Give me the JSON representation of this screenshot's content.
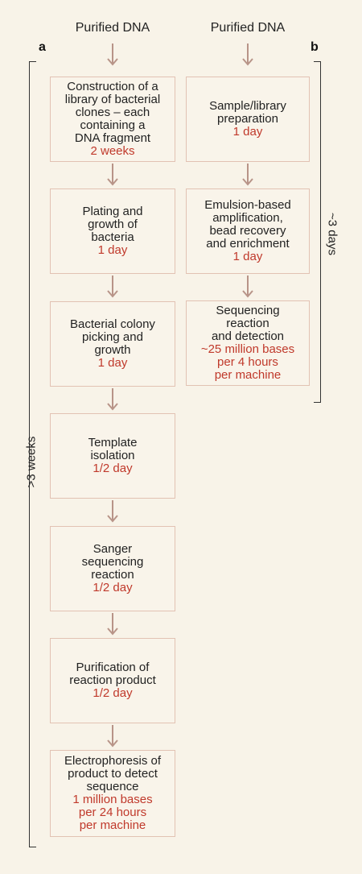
{
  "panel_a": {
    "letter": "a",
    "header": "Purified DNA",
    "span_label": ">3 weeks",
    "steps": [
      {
        "text": "Construction of a\nlibrary of bacterial\nclones – each\ncontaining a\nDNA fragment",
        "time": "2 weeks"
      },
      {
        "text": "Plating and\ngrowth of\nbacteria",
        "time": "1 day"
      },
      {
        "text": "Bacterial colony\npicking and\ngrowth",
        "time": "1 day"
      },
      {
        "text": "Template\nisolation",
        "time": "1/2 day"
      },
      {
        "text": "Sanger\nsequencing\nreaction",
        "time": "1/2 day"
      },
      {
        "text": "Purification of\nreaction product",
        "time": "1/2 day"
      },
      {
        "text": "Electrophoresis of\nproduct to detect\nsequence",
        "time": "1 million bases\nper 24 hours\nper machine"
      }
    ]
  },
  "panel_b": {
    "letter": "b",
    "header": "Purified DNA",
    "span_label": "~3 days",
    "steps": [
      {
        "text": "Sample/library\npreparation",
        "time": "1 day"
      },
      {
        "text": "Emulsion-based\namplification,\nbead recovery\nand enrichment",
        "time": "1 day"
      },
      {
        "text": "Sequencing\nreaction\nand detection",
        "time": "~25 million bases\nper 4 hours\nper machine"
      }
    ]
  },
  "colors": {
    "background": "#f8f3e8",
    "box_border": "#e2c2b3",
    "arrow": "#b89488",
    "time_text": "#c0392b"
  }
}
